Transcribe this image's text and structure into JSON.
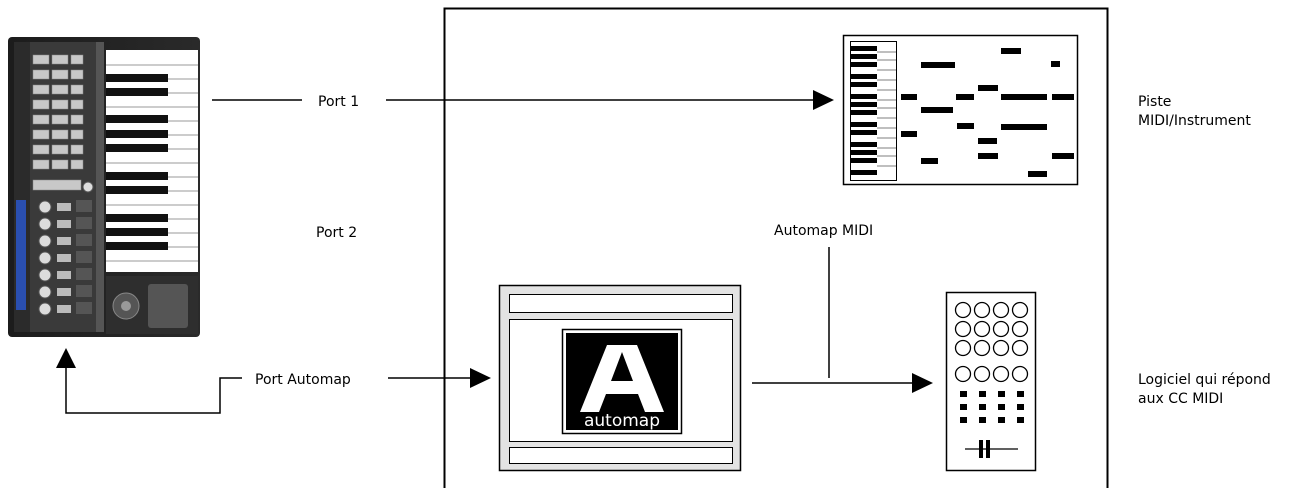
{
  "labels": {
    "port1": "Port 1",
    "port2": "Port 2",
    "port_automap": "Port Automap",
    "automap_midi": "Automap MIDI",
    "piste": "Piste",
    "midi_instrument": "MIDI/Instrument",
    "logiciel_line1": "Logiciel qui répond",
    "logiciel_line2": "aux CC MIDI"
  },
  "automap_logo": {
    "text": "automap",
    "letter": "A"
  }
}
